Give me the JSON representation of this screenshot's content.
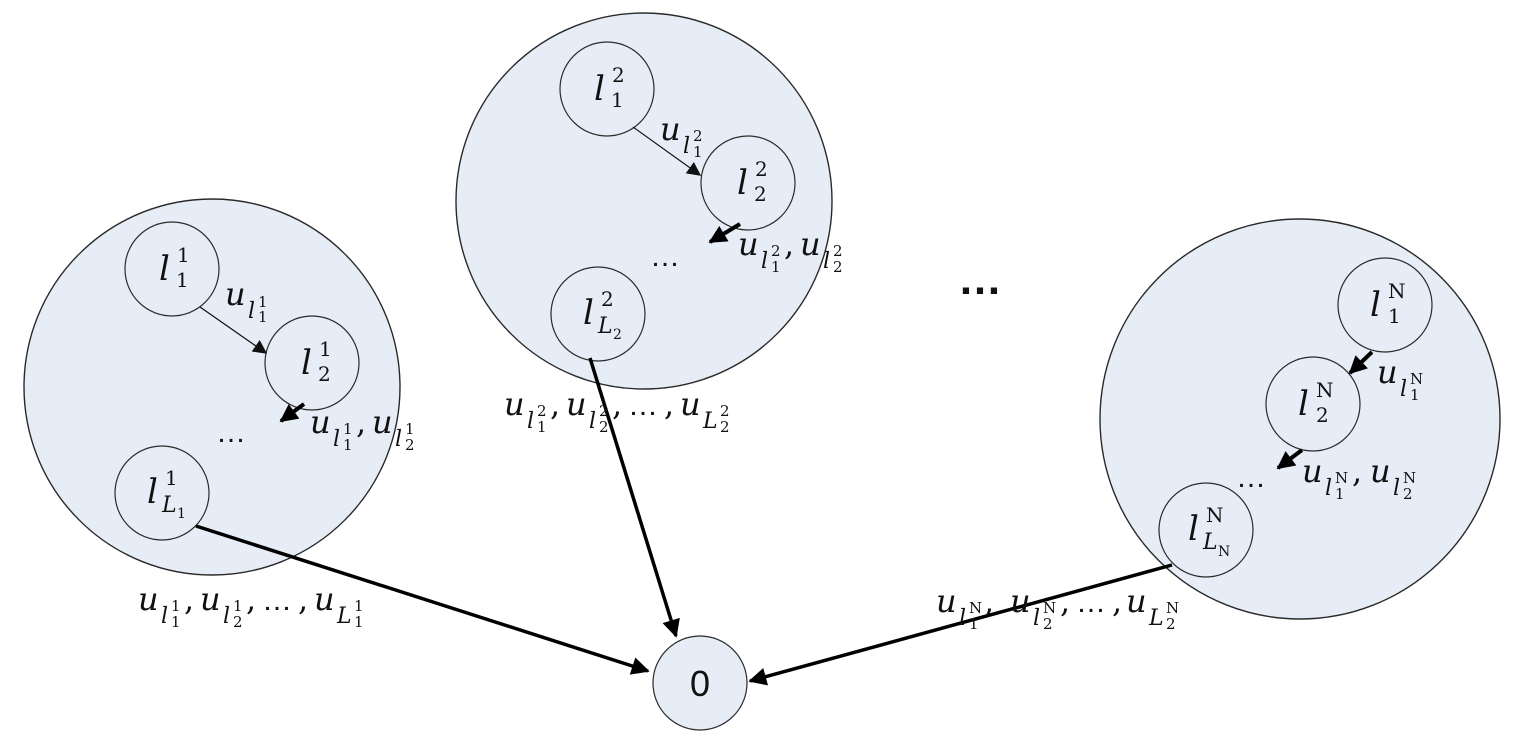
{
  "sink": {
    "label": "0"
  },
  "ellipsis_between_clusters": "…",
  "clusters": [
    {
      "id": "cluster-1",
      "nodes": [
        {
          "base": "l",
          "sup": "1",
          "sub": "1"
        },
        {
          "base": "l",
          "sup": "1",
          "sub": "2"
        },
        {
          "base": "l",
          "sup": "1",
          "sub": "L",
          "subsub": "1"
        }
      ],
      "inner_ellipsis": "…",
      "edge_label_1": {
        "base": "u",
        "sub_base": "l",
        "sub_sup": "1",
        "sub_sub": "1"
      },
      "edge_label_2": "u_{l_1^1}, u_{l_2^1}",
      "edge_label_2_parts": [
        {
          "sub_sup": "1",
          "sub_sub": "1"
        },
        {
          "sub_sup": "1",
          "sub_sub": "2"
        }
      ],
      "sink_edge_label_parts": [
        {
          "sub_base": "l",
          "sub_sup": "1",
          "sub_sub": "1"
        },
        {
          "sub_base": "l",
          "sub_sup": "1",
          "sub_sub": "2"
        },
        {
          "sub_base": "L",
          "sub_sup": "1",
          "sub_sub": "1"
        }
      ],
      "sink_edge_dots": "…"
    },
    {
      "id": "cluster-2",
      "nodes": [
        {
          "base": "l",
          "sup": "2",
          "sub": "1"
        },
        {
          "base": "l",
          "sup": "2",
          "sub": "2"
        },
        {
          "base": "l",
          "sup": "2",
          "sub": "L",
          "subsub": "2"
        }
      ],
      "inner_ellipsis": "…",
      "edge_label_1": {
        "base": "u",
        "sub_base": "l",
        "sub_sup": "2",
        "sub_sub": "1"
      },
      "edge_label_2_parts": [
        {
          "sub_sup": "2",
          "sub_sub": "1"
        },
        {
          "sub_sup": "2",
          "sub_sub": "2"
        }
      ],
      "sink_edge_label_parts": [
        {
          "sub_base": "l",
          "sub_sup": "2",
          "sub_sub": "1"
        },
        {
          "sub_base": "l",
          "sub_sup": "2",
          "sub_sub": "2"
        },
        {
          "sub_base": "L",
          "sub_sup": "2",
          "sub_sub": "2"
        }
      ],
      "sink_edge_dots": "…"
    },
    {
      "id": "cluster-N",
      "nodes": [
        {
          "base": "l",
          "sup": "N",
          "sub": "1"
        },
        {
          "base": "l",
          "sup": "N",
          "sub": "2"
        },
        {
          "base": "l",
          "sup": "N",
          "sub": "L",
          "subsub": "N"
        }
      ],
      "inner_ellipsis": "…",
      "edge_label_1": {
        "base": "u",
        "sub_base": "l",
        "sub_sup": "N",
        "sub_sub": "1"
      },
      "edge_label_2_parts": [
        {
          "sub_sup": "N",
          "sub_sub": "1"
        },
        {
          "sub_sup": "N",
          "sub_sub": "2"
        }
      ],
      "sink_edge_label_parts": [
        {
          "sub_base": "l",
          "sub_sup": "N",
          "sub_sub": "1"
        },
        {
          "sub_base": "l",
          "sub_sup": "N",
          "sub_sub": "2"
        },
        {
          "sub_base": "L",
          "sub_sup": "N",
          "sub_sub": "2"
        }
      ],
      "sink_edge_dots": "…"
    }
  ],
  "colors": {
    "fill": "#e7edf6",
    "stroke": "#2a2a2a",
    "edge": "#000000"
  }
}
